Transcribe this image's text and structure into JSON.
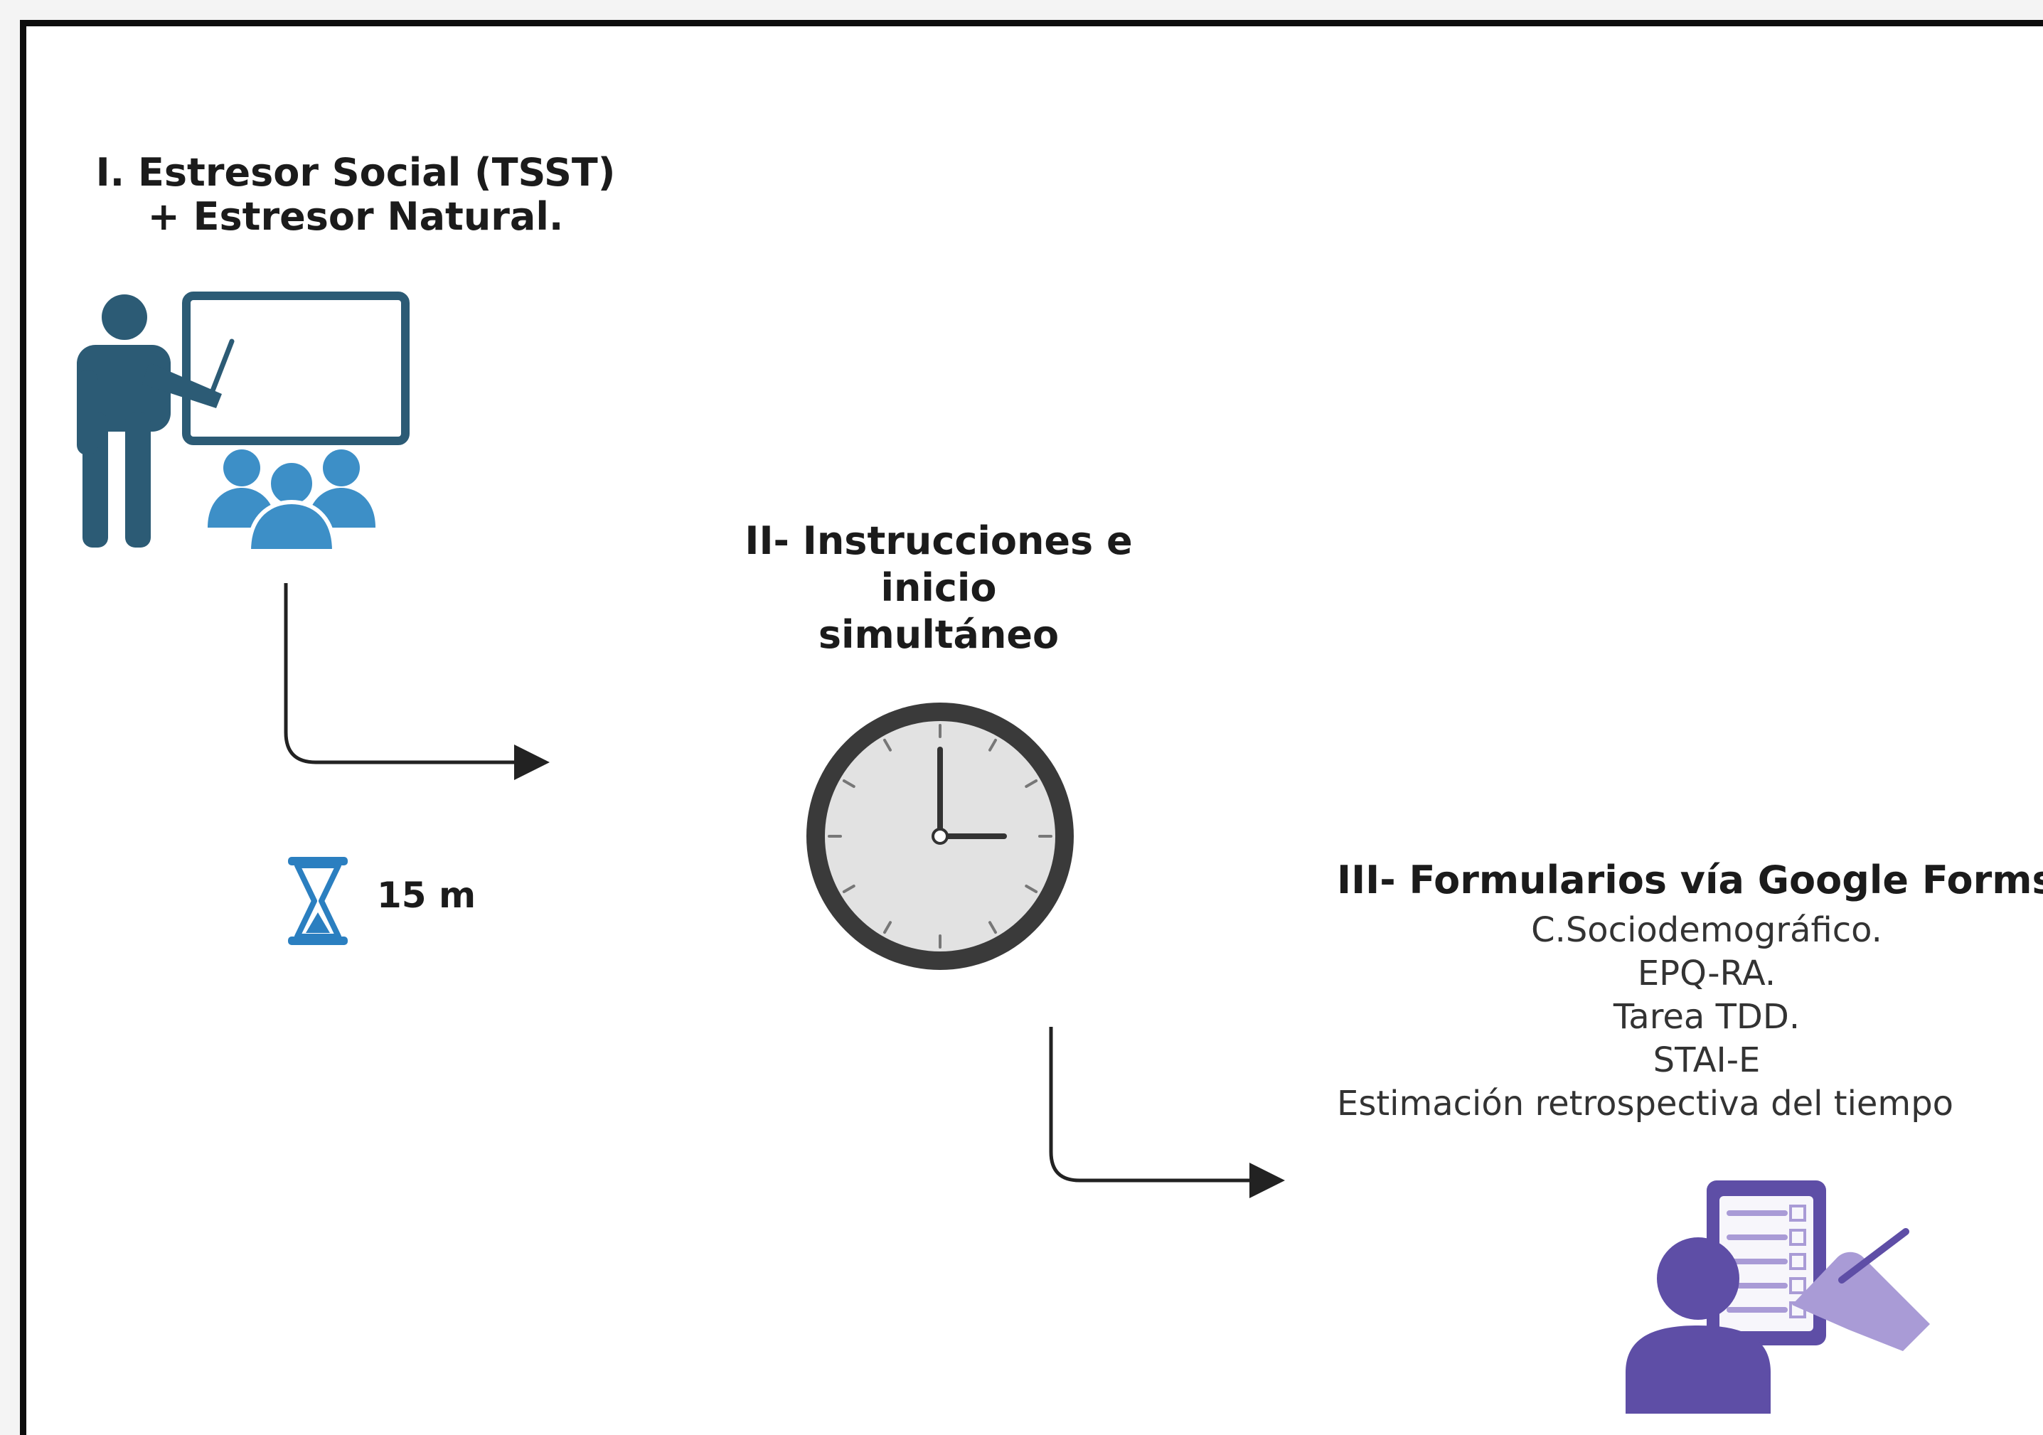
{
  "step1": {
    "title": "I. Estresor Social (TSST)\n+ Estresor Natural."
  },
  "step2": {
    "title": "II- Instrucciones e inicio\nsimultáneo"
  },
  "step3": {
    "title": "III- Formularios vía Google Forms",
    "items": [
      "C.Sociodemográfico.",
      "EPQ-RA.",
      "Tarea TDD.",
      "STAI-E",
      "Estimación retrospectiva del tiempo"
    ]
  },
  "duration": {
    "label": "15 m",
    "icon": "hourglass-icon"
  },
  "icons": {
    "step1": "teacher-presenting-icon",
    "step2": "clock-icon",
    "step3": "person-filling-form-icon"
  },
  "colors": {
    "teacher": "#2c5b75",
    "audience": "#3d8fc7",
    "hourglass": "#2b7fc0",
    "form_person": "#5e4ea6",
    "form_hand": "#a99bd6"
  }
}
